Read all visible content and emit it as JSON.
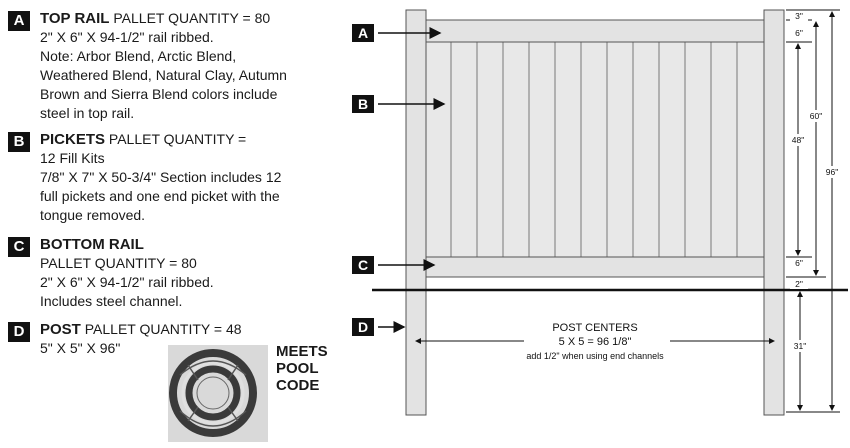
{
  "specs": [
    {
      "letter": "A",
      "title": "TOP RAIL",
      "head_rest": " PALLET QUANTITY = 80",
      "lines": [
        "2\" X 6\" X 94-1/2\" rail ribbed.",
        "Note: Arbor Blend, Arctic Blend,",
        "Weathered Blend, Natural Clay, Autumn",
        "Brown and Sierra Blend colors include",
        "steel in top rail."
      ]
    },
    {
      "letter": "B",
      "title": "PICKETS",
      "head_rest": " PALLET QUANTITY =",
      "lines": [
        "12 Fill Kits",
        "7/8\" X 7\" X 50-3/4\" Section includes 12",
        "full pickets and one end picket with the",
        "tongue removed."
      ]
    },
    {
      "letter": "C",
      "title": "BOTTOM RAIL",
      "head_rest": "",
      "lines": [
        "PALLET QUANTITY = 80",
        "2\" X 6\" X 94-1/2\" rail ribbed.",
        "Includes steel channel."
      ]
    },
    {
      "letter": "D",
      "title": "POST",
      "head_rest": " PALLET QUANTITY = 48",
      "lines": [
        "5\" X 5\" X 96\""
      ]
    }
  ],
  "pool_code": [
    "MEETS",
    "POOL",
    "CODE"
  ],
  "callouts": [
    "A",
    "B",
    "C",
    "D"
  ],
  "post_centers": {
    "title": "POST CENTERS",
    "formula": "5 X 5 = 96 1/8\"",
    "note": "add 1/2\" when using end channels"
  },
  "dimensions": {
    "d3": "3\"",
    "d6a": "6\"",
    "d48": "48\"",
    "d60": "60\"",
    "d96": "96\"",
    "d6b": "6\"",
    "d2": "2\"",
    "d31": "31\""
  },
  "colors": {
    "badge": "#111111",
    "wood": "#e6e6e6",
    "line": "#333333"
  }
}
